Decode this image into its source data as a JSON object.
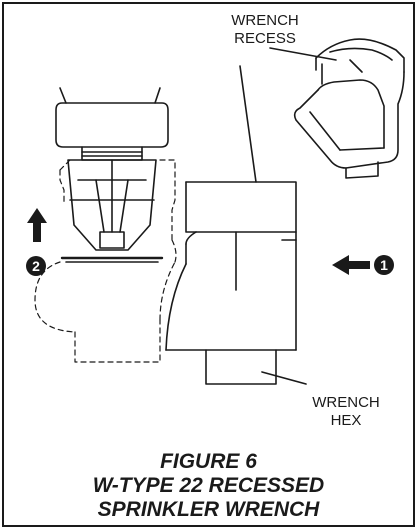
{
  "labels": {
    "wrench_recess_line1": "WRENCH",
    "wrench_recess_line2": "RECESS",
    "wrench_hex_line1": "WRENCH",
    "wrench_hex_line2": "HEX"
  },
  "caption": {
    "line1": "FIGURE 6",
    "line2": "W-TYPE 22 RECESSED",
    "line3": "SPRINKLER WRENCH"
  },
  "callouts": {
    "step1": "1",
    "step2": "2"
  }
}
